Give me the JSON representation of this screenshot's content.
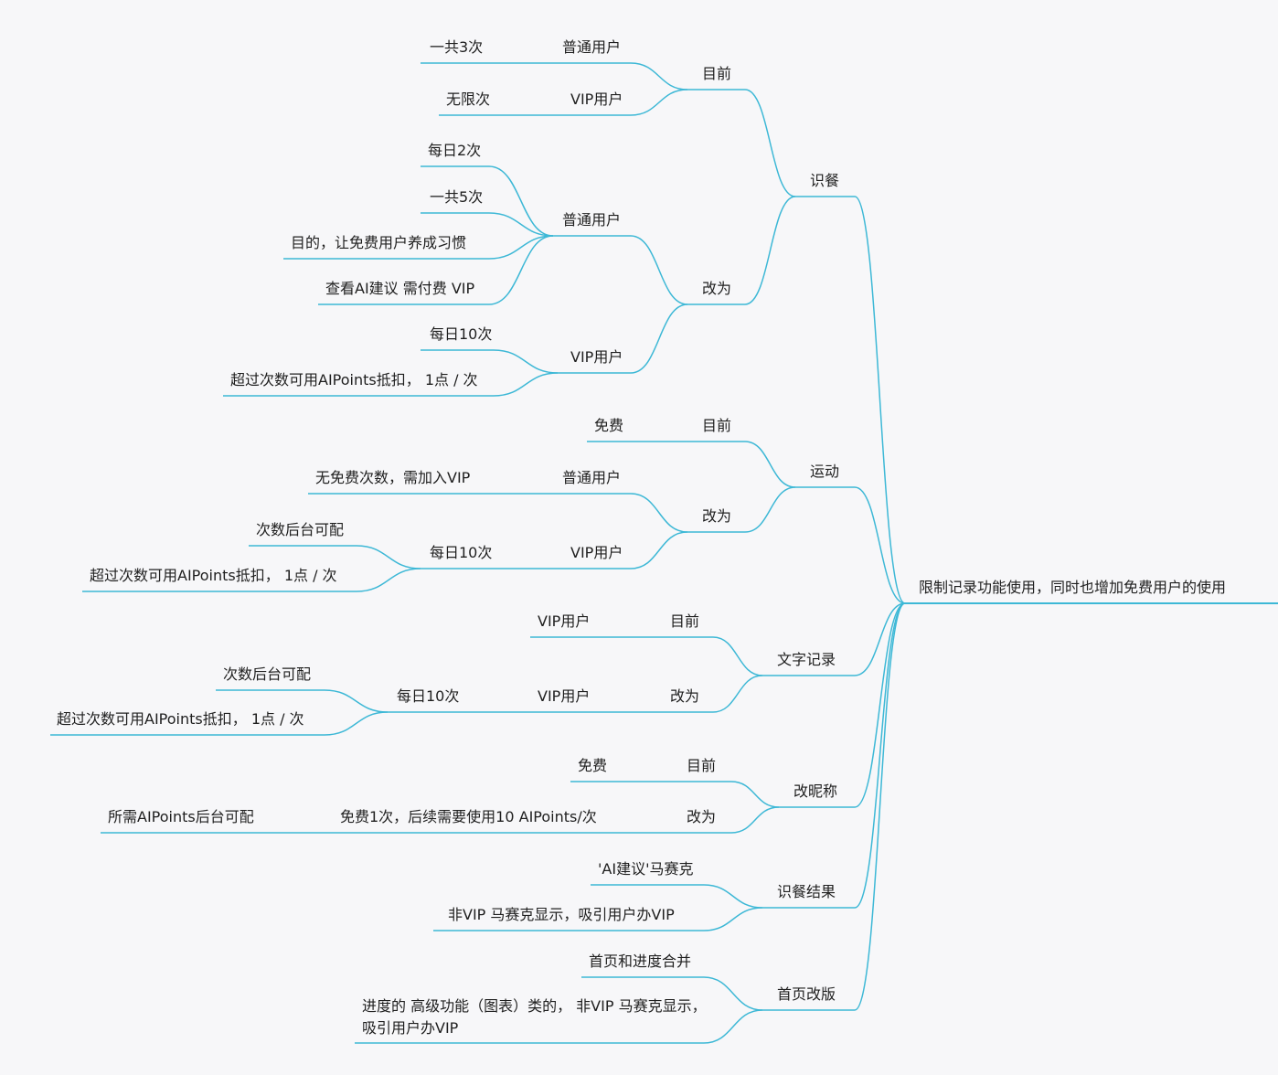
{
  "accent": "#3db8d6",
  "root": {
    "label": "限制记录功能使用，同时也增加免费用户的使用"
  },
  "nodes": {
    "shican": {
      "label": "识餐"
    },
    "shican_now": {
      "label": "目前"
    },
    "shican_now_n": {
      "label": "普通用户"
    },
    "shican_now_n1": {
      "label": "一共3次"
    },
    "shican_now_v": {
      "label": "VIP用户"
    },
    "shican_now_v1": {
      "label": "无限次"
    },
    "shican_chg": {
      "label": "改为"
    },
    "shican_chg_n": {
      "label": "普通用户"
    },
    "shican_chg_n1": {
      "label": "每日2次"
    },
    "shican_chg_n2": {
      "label": "一共5次"
    },
    "shican_chg_n3": {
      "label": "目的，让免费用户养成习惯"
    },
    "shican_chg_n4": {
      "label": "查看AI建议 需付费 VIP"
    },
    "shican_chg_v": {
      "label": "VIP用户"
    },
    "shican_chg_v1": {
      "label": "每日10次"
    },
    "shican_chg_v2": {
      "label": "超过次数可用AIPoints抵扣，  1点 / 次"
    },
    "yundong": {
      "label": "运动"
    },
    "yundong_now": {
      "label": "目前"
    },
    "yundong_now1": {
      "label": "免费"
    },
    "yundong_chg": {
      "label": "改为"
    },
    "yundong_chg_n": {
      "label": "普通用户"
    },
    "yundong_chg_n1": {
      "label": "无免费次数，需加入VIP"
    },
    "yundong_chg_v": {
      "label": "VIP用户"
    },
    "yundong_chg_v1": {
      "label": "每日10次"
    },
    "yundong_chg_v1a": {
      "label": "次数后台可配"
    },
    "yundong_chg_v1b": {
      "label": "超过次数可用AIPoints抵扣，  1点 / 次"
    },
    "wenzi": {
      "label": "文字记录"
    },
    "wenzi_now": {
      "label": "目前"
    },
    "wenzi_now1": {
      "label": "VIP用户"
    },
    "wenzi_chg": {
      "label": "改为"
    },
    "wenzi_chg_v": {
      "label": "VIP用户"
    },
    "wenzi_chg_v1": {
      "label": "每日10次"
    },
    "wenzi_chg_v1a": {
      "label": "次数后台可配"
    },
    "wenzi_chg_v1b": {
      "label": "超过次数可用AIPoints抵扣，  1点 / 次"
    },
    "nick": {
      "label": "改昵称"
    },
    "nick_now": {
      "label": "目前"
    },
    "nick_now1": {
      "label": "免费"
    },
    "nick_chg": {
      "label": "改为"
    },
    "nick_chg1": {
      "label": "免费1次，后续需要使用10 AIPoints/次"
    },
    "nick_chg1a": {
      "label": "所需AIPoints后台可配"
    },
    "result": {
      "label": "识餐结果"
    },
    "result1": {
      "label": "'AI建议'马赛克"
    },
    "result2": {
      "label": "非VIP  马赛克显示，吸引用户办VIP"
    },
    "home": {
      "label": "首页改版"
    },
    "home1": {
      "label": "首页和进度合并"
    },
    "home2": {
      "label": "进度的 高级功能（图表）类的，  非VIP  马赛克显示，吸引用户办VIP"
    }
  }
}
